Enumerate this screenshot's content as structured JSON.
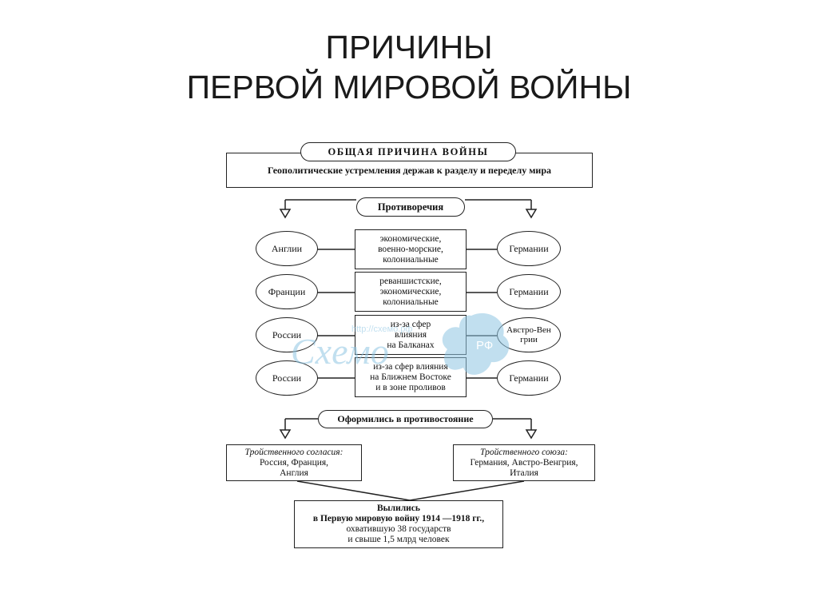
{
  "title": {
    "line1": "ПРИЧИНЫ",
    "line2": "ПЕРВОЙ МИРОВОЙ ВОЙНЫ"
  },
  "general_cause": {
    "label": "ОБЩАЯ ПРИЧИНА ВОЙНЫ",
    "text": "Геополитические устремления держав к разделу и переделу мира"
  },
  "contradictions": {
    "label": "Противоречия",
    "rows": [
      {
        "left": "Англии",
        "middle": [
          "экономические,",
          "военно-морские,",
          "колониальные"
        ],
        "right": "Германии"
      },
      {
        "left": "Франции",
        "middle": [
          "реваншистские,",
          "экономические,",
          "колониальные"
        ],
        "right": "Германии"
      },
      {
        "left": "России",
        "middle": [
          "из-за сфер",
          "влияния",
          "на Балканах"
        ],
        "right": "Австро-Венгрии"
      },
      {
        "left": "России",
        "middle": [
          "из-за сфер влияния",
          "на Ближнем Востоке",
          "и в зоне проливов"
        ],
        "right": "Германии"
      }
    ]
  },
  "formed": {
    "label": "Оформились в противостояние",
    "entente": {
      "heading": "Тройственного согласия:",
      "members": [
        "Россия, Франция,",
        "Англия"
      ]
    },
    "alliance": {
      "heading": "Тройственного союза:",
      "members": [
        "Германия, Австро-Венгрия,",
        "Италия"
      ]
    }
  },
  "result": {
    "lines_bold": [
      "Вылились",
      "в Первую мировую войну 1914 —1918 гг.,"
    ],
    "lines": [
      "охватившую 38 государств",
      "и свыше 1,5 млрд человек"
    ]
  },
  "watermark": {
    "text": "Схемо",
    "badge": "РФ",
    "url": "http://схемо.рф"
  },
  "colors": {
    "line": "#222222",
    "watermark": "#8fc6e3"
  }
}
